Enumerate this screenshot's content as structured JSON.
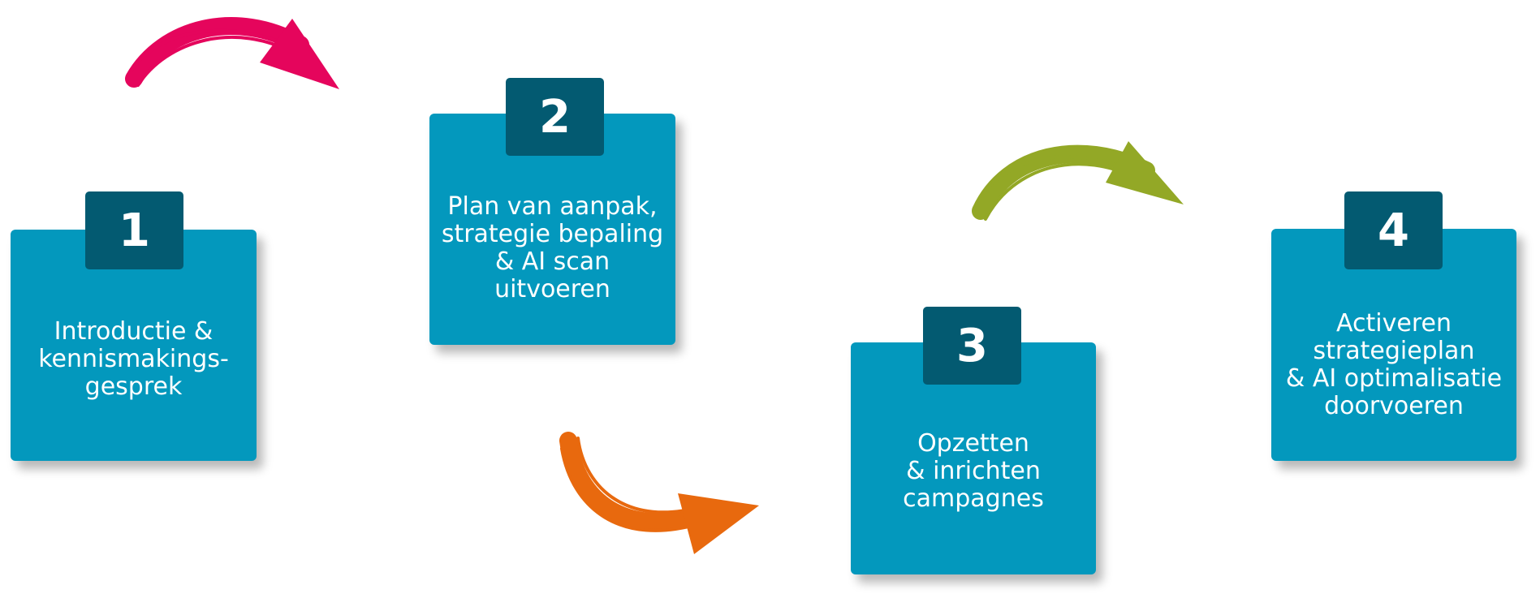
{
  "steps": [
    {
      "number": "1",
      "label": "Introductie &\nkennismakings-\ngesprek"
    },
    {
      "number": "2",
      "label": "Plan van aanpak,\nstrategie bepaling\n& AI scan\nuitvoeren"
    },
    {
      "number": "3",
      "label": "Opzetten\n& inrichten\ncampagnes"
    },
    {
      "number": "4",
      "label": "Activeren\nstrategieplan\n& AI optimalisatie\ndoorvoeren"
    }
  ],
  "colors": {
    "card": "#0398bd",
    "badge": "#035a71",
    "arrow_1": "#e5055c",
    "arrow_2": "#e8690e",
    "arrow_3": "#93a826"
  },
  "icons": [
    "curved-arrow-icon",
    "curved-arrow-icon",
    "curved-arrow-icon"
  ]
}
